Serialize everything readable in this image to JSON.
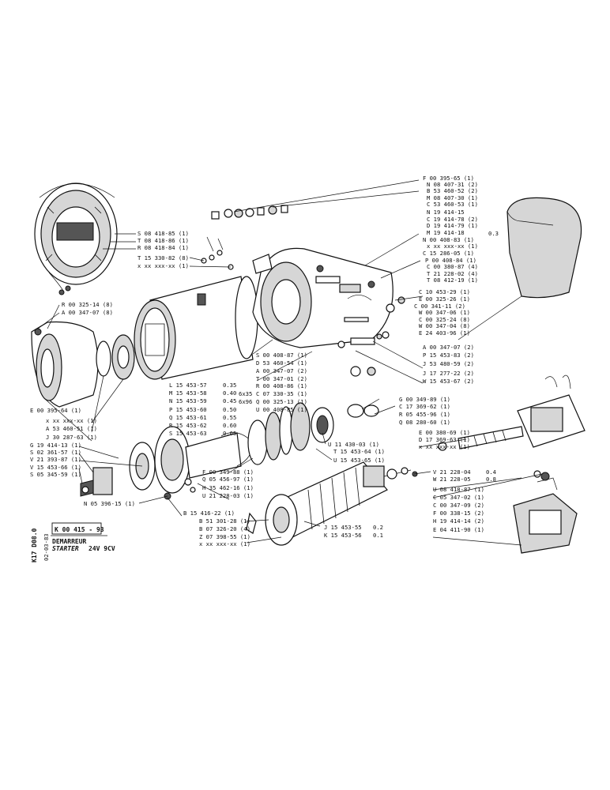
{
  "title_block": {
    "code_vertical": "K17 D08.0",
    "doc_number": "K 00 415 - 93",
    "date_code": "02-03-83",
    "name_fr": "DEMARREUR",
    "name_en": "STARTER",
    "spec": "24V 9CV"
  },
  "top_right_labels": [
    "F 00 395-65 (1)",
    "N 08 407-31 (2)",
    "B 53 460-52 (2)",
    "M 08 407-30 (1)",
    "C 53 460-53 (1)",
    "N 19 414-15",
    "C 19 414-78 (2)",
    "D 19 414-79 (1)",
    "M 19 414-18",
    "N 00 408-83 (1)",
    "x xx xxx-xx (1)",
    "C 15 286-05 (1)",
    "P 00 408-84 (1)",
    "C 00 380-87 (4)",
    "T 21 228-02 (4)",
    "T 08 412-19 (1)",
    "C 10 453-29 (1)",
    "E 00 325-26 (1)",
    "C 00 341-11 (2)",
    "W 00 347-06 (1)",
    "C 00 325-24 (8)",
    "W 00 347-04 (8)",
    "E 24 403-96 (1)",
    "A 00 347-07 (2)",
    "P 15 453-83 (2)",
    "J 53 480-59 (2)",
    "J 17 277-22 (2)",
    "W 15 453-67 (2)"
  ],
  "top_right_extras": {
    "shim_value": "0.3"
  },
  "left_labels_upper": [
    "S 08 418-85 (1)",
    "T 08 418-86 (1)",
    "R 08 418-84 (1)",
    "T 15 330-82 (8)",
    "x xx xxx-xx (1)",
    "R 00 325-14 (8)",
    "A 00 347-07 (8)"
  ],
  "mid_labels": [
    "S 00 408-87 (1)",
    "D 53 460-54 (1)",
    "A 00 347-07 (2)",
    "T 00 347-01 (2)",
    "R 00 408-86 (1)",
    "C 07 330-35 (1)",
    "Q 00 325-13 (1)",
    "U 00 408-85 (1)"
  ],
  "mid_size_notes": [
    "6x35",
    "6x96"
  ],
  "washer_labels": [
    {
      "code": "L 15 453-57",
      "size": "0.35"
    },
    {
      "code": "M 15 453-58",
      "size": "0.40"
    },
    {
      "code": "N 15 453-59",
      "size": "0.45"
    },
    {
      "code": "P 15 453-60",
      "size": "0.50"
    },
    {
      "code": "Q 15 453-61",
      "size": "0.55"
    },
    {
      "code": "R 15 453-62",
      "size": "0.60"
    },
    {
      "code": "S 15 453-63",
      "size": "0.65"
    }
  ],
  "left_labels_lower": [
    "E 00 395-64 (1)",
    "x xx xxx-xx (1)",
    "A 53 460-51 (1)",
    "J 30 287-63 (1)",
    "G 19 414-13 (1)",
    "S 02 361-57 (1)",
    "V 21 393-87 (1)",
    "V 15 453-66 (1)",
    "S 05 345-59 (1)",
    "N 05 396-15 (1)"
  ],
  "right_mid_labels": [
    "G 00 349-89 (1)",
    "C 17 369-62 (1)",
    "R 05 455-96 (1)",
    "Q 08 280-60 (1)",
    "E 00 380-69 (1)",
    "D 17 369-63 (1)",
    "x xx xxx-xx (1)"
  ],
  "center_labels": [
    "U 11 430-03 (1)",
    "T 15 453-64 (1)",
    "U 15 453-65 (1)",
    "F 00 349-88 (1)",
    "Q 05 456-97 (1)",
    "H 35 462-16 (1)",
    "U 21 228-03 (1)"
  ],
  "bottom_labels": [
    "B 15 416-22 (1)",
    "B 51 301-28 (1)",
    "B 07 326-20 (4)",
    "Z 07 398-55 (1)",
    "x xx xxx-xx (1)"
  ],
  "armature_shims": [
    {
      "code": "J 15 453-55",
      "size": "0.2"
    },
    {
      "code": "K 15 453-56",
      "size": "0.1"
    }
  ],
  "right_lower_labels": [
    {
      "code": "V 21 228-04",
      "size": "0.4"
    },
    {
      "code": "W 21 228-05",
      "size": "0.8"
    },
    {
      "code": "U 08 418-87 (1)",
      "size": ""
    },
    {
      "code": "C 05 347-02 (1)",
      "size": ""
    },
    {
      "code": "C 00 347-09 (2)",
      "size": ""
    },
    {
      "code": "F 00 338-15 (2)",
      "size": ""
    },
    {
      "code": "H 19 414-14 (2)",
      "size": ""
    },
    {
      "code": "E 04 411-90 (1)",
      "size": ""
    }
  ]
}
